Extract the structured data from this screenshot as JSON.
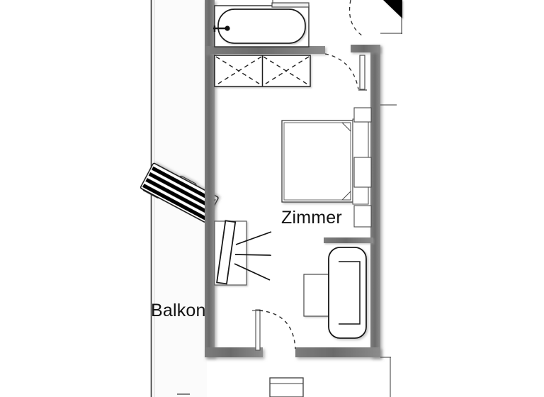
{
  "document": {
    "type": "architectural-floor-plan",
    "title": "Hotelzimmer Grundriss",
    "language": "de"
  },
  "labels": {
    "room": "Zimmer",
    "balcony": "Balkon"
  },
  "colors": {
    "wall": "#6e6e6e",
    "wall_edge": "#9a9a9a",
    "outline": "#1a1a1a",
    "furniture_fill": "#ffffff",
    "background": "#ffffff",
    "balcony_fill": "#fafafa",
    "door_swing": "#2b2b2b",
    "chair_stripe": "#000000",
    "text": "#121212"
  },
  "areas": [
    {
      "name": "Zimmer",
      "label": "Zimmer",
      "description": "main hotel room with bed, armchair and desk"
    },
    {
      "name": "Balkon",
      "label": "Balkon",
      "description": "balcony terrace to the left of the room"
    },
    {
      "name": "Bad",
      "label": "",
      "description": "bathroom zone at top with bathtub and wardrobe"
    }
  ],
  "furniture": [
    {
      "name": "bathtub",
      "label": "Badewanne",
      "area": "Bad"
    },
    {
      "name": "wardrobe",
      "label": "Schrank",
      "area": "Bad",
      "compartments": 2
    },
    {
      "name": "bed",
      "label": "Bett",
      "area": "Zimmer"
    },
    {
      "name": "nightstand-upper",
      "label": "Nachttisch",
      "area": "Zimmer"
    },
    {
      "name": "nightstand-lower",
      "label": "Nachttisch",
      "area": "Zimmer"
    },
    {
      "name": "desk",
      "label": "Schreibtisch",
      "area": "Zimmer"
    },
    {
      "name": "mirror",
      "label": "Spiegel",
      "area": "Zimmer"
    },
    {
      "name": "side-table",
      "label": "Tisch",
      "area": "Zimmer"
    },
    {
      "name": "armchair",
      "label": "Sessel",
      "area": "Zimmer"
    },
    {
      "name": "deck-chair",
      "label": "Liegestuhl",
      "area": "Balkon"
    },
    {
      "name": "outside-cabinet",
      "label": "Möbel",
      "area": "Flur"
    }
  ],
  "doors": [
    {
      "name": "entrance-door",
      "swing": "inward",
      "area": "Zimmer"
    },
    {
      "name": "bathroom-door",
      "swing": "inward",
      "area": "Bad"
    },
    {
      "name": "corridor-door",
      "swing": "inward",
      "area": "Flur"
    }
  ],
  "markers": [
    {
      "name": "direction-arrow",
      "shape": "filled-triangle"
    }
  ]
}
